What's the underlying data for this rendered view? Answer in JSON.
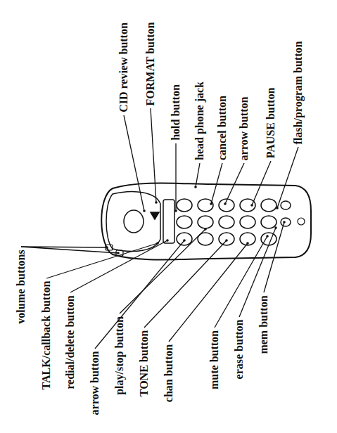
{
  "diagram": {
    "labels": [
      "CID review button",
      "FORMAT button",
      "hold button",
      "head phone jack",
      "cancel button",
      "arrow button",
      "PAUSE button",
      "flash/program button",
      "volume buttons",
      "TALK/callback button",
      "redial/delete button",
      "arrow button",
      "play/stop button",
      "TONE button",
      "chan button",
      "mute button",
      "erase button",
      "mem button"
    ]
  }
}
